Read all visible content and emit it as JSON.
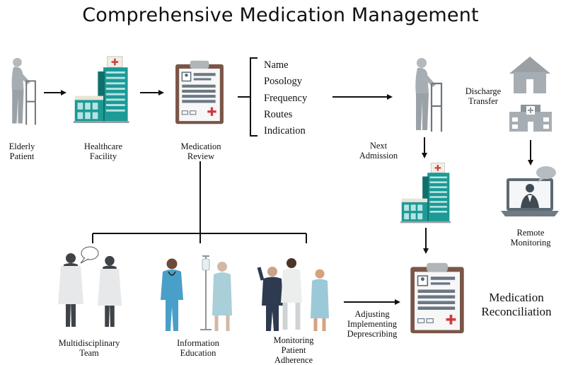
{
  "title": "Comprehensive Medication Management",
  "labels": {
    "elderly_patient": [
      "Elderly",
      "Patient"
    ],
    "healthcare_facility": [
      "Healthcare",
      "Facility"
    ],
    "medication_review": [
      "Medication",
      "Review"
    ],
    "next_admission": [
      "Next",
      "Admission"
    ],
    "discharge_transfer": [
      "Discharge",
      "Transfer"
    ],
    "remote_monitoring": [
      "Remote",
      "Monitoring"
    ],
    "multidisciplinary_team": [
      "Multidisciplinary",
      "Team"
    ],
    "information_education": [
      "Information",
      "Education"
    ],
    "monitoring_patient_adherence": [
      "Monitoring",
      "Patient",
      "Adherence"
    ],
    "adjusting": [
      "Adjusting",
      "Implementing",
      "Deprescribing"
    ],
    "medication_reconciliation": [
      "Medication",
      "Reconciliation"
    ]
  },
  "review_items": [
    "Name",
    "Posology",
    "Frequency",
    "Routes",
    "Indication"
  ],
  "colors": {
    "teal": "#1c9a96",
    "teal_dark": "#0f6f6c",
    "clipboard_brown": "#7a5648",
    "patient_gray": "#a7aeb3",
    "red_cross": "#d23a3a",
    "arrow": "#111111"
  },
  "icons": [
    "elderly-patient-icon",
    "hospital-icon",
    "clipboard-icon",
    "house-icon",
    "clinic-icon",
    "laptop-doctor-icon",
    "doctor-icon",
    "nurse-icon",
    "patient-icon",
    "iv-stand-icon"
  ]
}
